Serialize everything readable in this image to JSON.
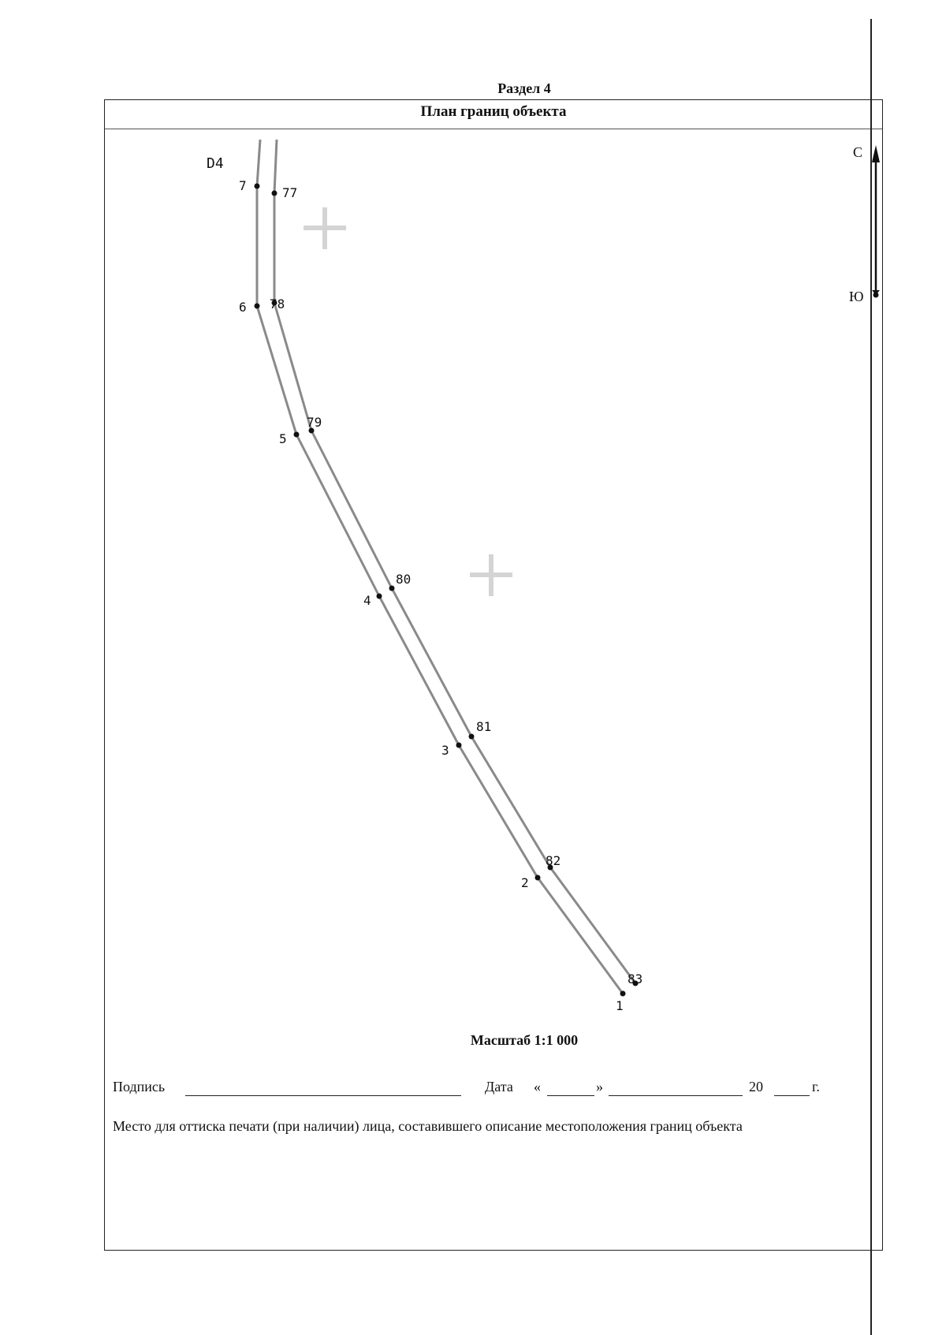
{
  "section": {
    "title": "Раздел 4"
  },
  "frame": {
    "header": "План границ объекта"
  },
  "plan": {
    "sheet_label": "D4",
    "compass": {
      "north": "С",
      "south": "Ю"
    },
    "left_line": [
      {
        "label": "7"
      },
      {
        "label": "6"
      },
      {
        "label": "5"
      },
      {
        "label": "4"
      },
      {
        "label": "3"
      },
      {
        "label": "2"
      },
      {
        "label": "1"
      }
    ],
    "right_line": [
      {
        "label": "77"
      },
      {
        "label": "78"
      },
      {
        "label": "79"
      },
      {
        "label": "80"
      },
      {
        "label": "81"
      },
      {
        "label": "82"
      },
      {
        "label": "83"
      }
    ]
  },
  "footer": {
    "scale": "Масштаб 1:1 000",
    "signature_label": "Подпись",
    "date_label": "Дата",
    "quote_open": "«",
    "quote_close": "»",
    "year_prefix": "20",
    "year_suffix": "г.",
    "stamp_note": "Место для оттиска печати (при наличии) лица, составившего описание местоположения границ объекта"
  }
}
